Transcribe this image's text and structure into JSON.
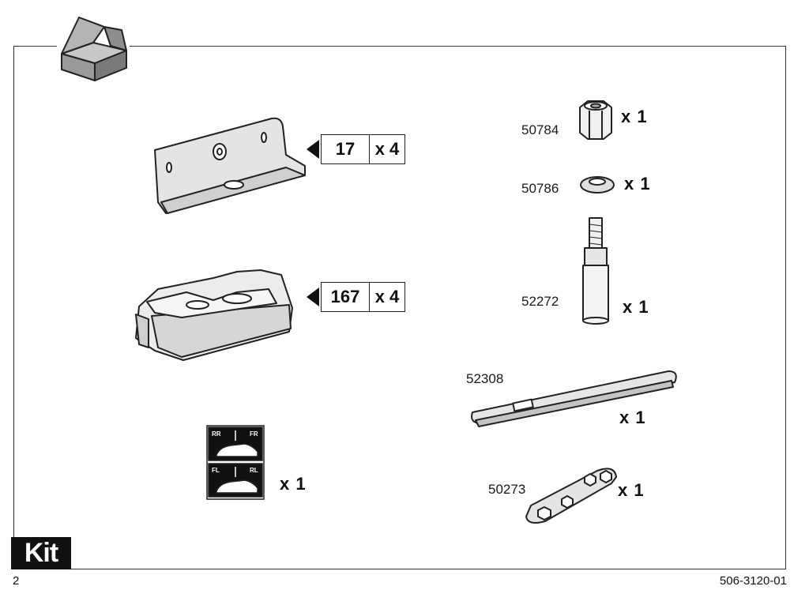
{
  "page": {
    "page_number": "2",
    "doc_code": "506-3120-01",
    "kit_label": "Kit"
  },
  "parts": {
    "p17": {
      "number": "17",
      "qty": "x 4"
    },
    "p167": {
      "number": "167",
      "qty": "x 4"
    },
    "p50784": {
      "number": "50784",
      "qty": "x 1"
    },
    "p50786": {
      "number": "50786",
      "qty": "x 1"
    },
    "p52272": {
      "number": "52272",
      "qty": "x 1"
    },
    "p52308": {
      "number": "52308",
      "qty": "x 1"
    },
    "p50273": {
      "number": "50273",
      "qty": "x 1"
    },
    "stickers": {
      "qty": "x 1",
      "labels": [
        "RR",
        "FR",
        "FL",
        "RL"
      ]
    }
  }
}
